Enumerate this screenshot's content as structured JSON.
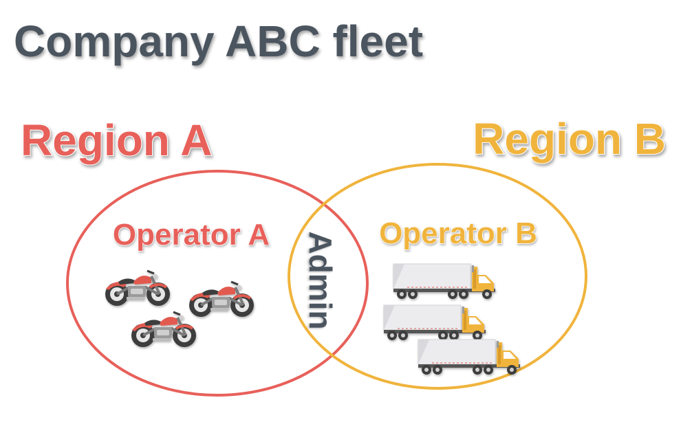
{
  "title": "Company ABC fleet",
  "regions": [
    {
      "label": "Region A",
      "operator": "Operator A",
      "vehicle": "motorcycle",
      "vehicle_count": 3,
      "color": "#e8605a"
    },
    {
      "label": "Region B",
      "operator": "Operator B",
      "vehicle": "truck",
      "vehicle_count": 3,
      "color": "#f0b43c"
    }
  ],
  "overlap_label": "Admin",
  "colors": {
    "title": "#4b5560",
    "admin": "#4b5560",
    "bike_red": "#e25a4f",
    "truck_cab": "#f0b43c",
    "trailer": "#e8e8ea",
    "tire": "#3d3d3d"
  },
  "icons": {
    "motorcycle": "motorcycle-icon",
    "truck": "truck-icon"
  }
}
